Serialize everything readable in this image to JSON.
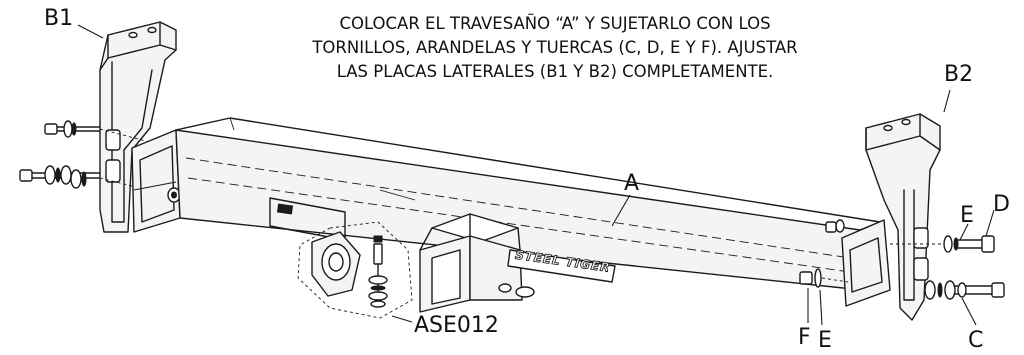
{
  "instruction": {
    "line1": "COLOCAR EL TRAVESAÑO “A” Y SUJETARLO CON LOS",
    "line2": "TORNILLOS, ARANDELAS Y TUERCAS (C, D, E Y F). AJUSTAR",
    "line3": "LAS PLACAS LATERALES (B1 Y B2) COMPLETAMENTE."
  },
  "labels": {
    "b1": "B1",
    "b2": "B2",
    "a": "A",
    "c": "C",
    "d": "D",
    "e_upper": "E",
    "e_lower": "E",
    "f": "F",
    "ase": "ASE012"
  },
  "brand": "STEEL TIGER",
  "colors": {
    "line": "#1b1b1b",
    "background": "#ffffff",
    "fill": "#f4f4f4"
  }
}
